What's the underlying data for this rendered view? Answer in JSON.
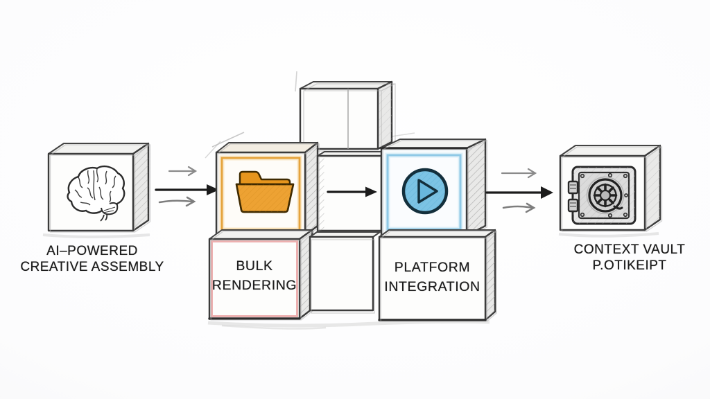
{
  "scene": {
    "style": "hand-drawn pencil sketch pipeline diagram on white paper",
    "background": "#fafafb"
  },
  "palette": {
    "ink": "#2e2e2e",
    "pencil_gray": "#8f8f8f",
    "arrow_black": "#1b1b1b",
    "arrow_gray": "#8a8a8a",
    "folder_orange": "#EDA233",
    "folder_frame_orange": "#E5A33C",
    "play_blue": "#7CC3E4",
    "play_frame_blue": "#8FC9E6",
    "bulk_pink_frame": "#E99C9C",
    "vault_gray": "#D2D2D2",
    "label_ink": "#1c1c1c"
  },
  "nodes": {
    "creative": {
      "icon": "brain-icon",
      "label": [
        "AI–POWERED",
        "CREATIVE ASSEMBLY"
      ]
    },
    "folder": {
      "icon": "folder-icon"
    },
    "bulk": {
      "label": [
        "BULK",
        "RENDERING"
      ]
    },
    "play": {
      "icon": "play-icon"
    },
    "platform": {
      "label": [
        "PLATFORM",
        "INTEGRATION"
      ]
    },
    "vault": {
      "icon": "vault-icon",
      "label": [
        "CONTEXT VAULT",
        "P.OTIKEIPT"
      ]
    }
  },
  "decor": {
    "empty_sketch_cubes": 3
  },
  "arrows": [
    {
      "from": "creative",
      "to": "folder",
      "style": "triple-sketch"
    },
    {
      "from": "folder",
      "to": "play",
      "style": "single-bold"
    },
    {
      "from": "play",
      "to": "vault",
      "style": "triple-sketch"
    }
  ]
}
